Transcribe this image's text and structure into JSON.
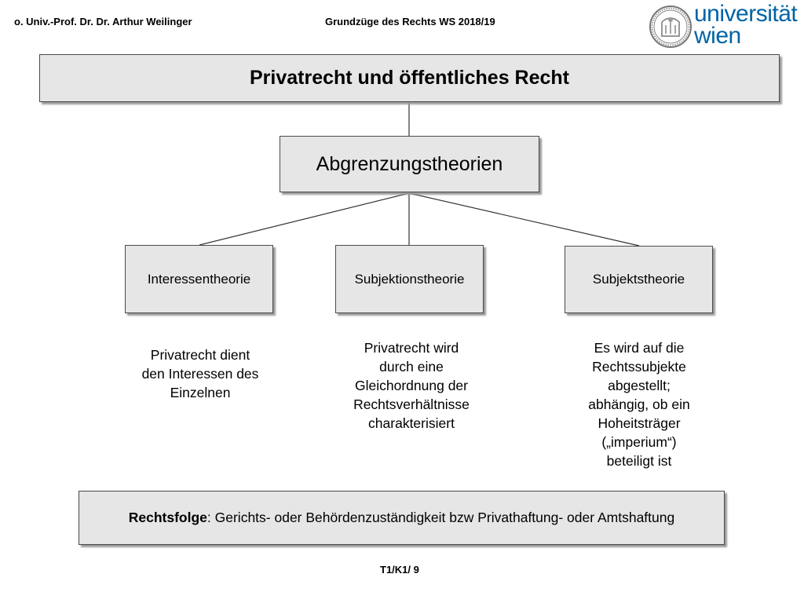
{
  "header": {
    "left": "o. Univ.-Prof. Dr. Dr. Arthur Weilinger",
    "center": "Grundzüge des Rechts WS 2018/19",
    "logo_text_line1": "universität",
    "logo_text_line2": "wien",
    "brand_color": "#0063a6"
  },
  "diagram": {
    "title": "Privatrecht und öffentliches Recht",
    "hub": "Abgrenzungstheorien",
    "theories": [
      {
        "label": "Interessentheorie",
        "description": [
          "Privatrecht dient",
          "den Interessen des",
          "Einzelnen"
        ]
      },
      {
        "label": "Subjektionstheorie",
        "description": [
          "Privatrecht wird",
          "durch eine",
          "Gleichordnung der",
          "Rechtsverhältnisse",
          "charakterisiert"
        ]
      },
      {
        "label": "Subjektstheorie",
        "description": [
          "Es wird auf die",
          "Rechtssubjekte",
          "abgestellt;",
          "abhängig, ob ein",
          "Hoheitsträger",
          "(„imperium“)",
          "beteiligt ist"
        ]
      }
    ],
    "consequence": {
      "label": "Rechtsfolge",
      "text": ": Gerichts- oder Behördenzuständigkeit bzw Privathaftung- oder Amtshaftung"
    }
  },
  "footer": {
    "page": "T1/K1/ 9"
  }
}
